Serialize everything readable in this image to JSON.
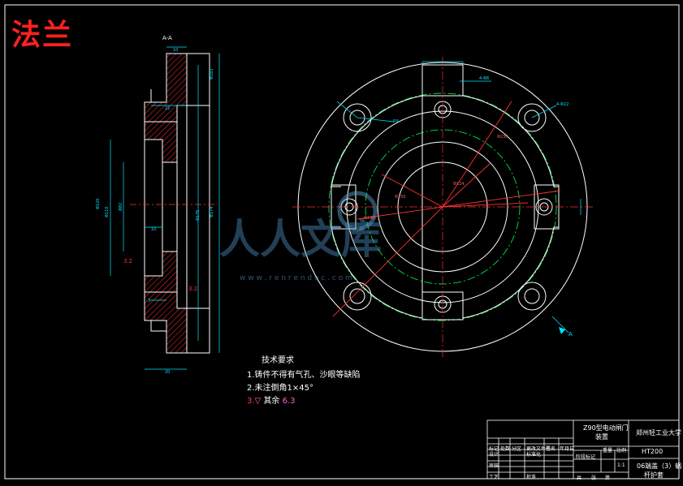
{
  "drawing": {
    "title": "法兰",
    "section_label": "A-A",
    "view_marker": "A"
  },
  "section_dims": {
    "top_width": "10",
    "inner_step": "22",
    "mid_step": "10",
    "bottom_small": "3",
    "total_width": "20",
    "bore_dia": "Φ82",
    "hub_dia": "Φ110",
    "outer_dia_left": "Φ120",
    "right_dim_1": "Φ183",
    "right_dim_2": "Φ174",
    "right_dim_3": "Φ175",
    "roughness_a": "3.2",
    "roughness_b": "3.2"
  },
  "front_dims": {
    "hole_small": "4-Φ8",
    "hole_large": "4-Φ22",
    "pcd_a": "Φ150",
    "pcd_b": "Φ124",
    "pcd_c": "Φ190",
    "pcd_d": "Φ230",
    "r_label": "R9"
  },
  "tech_notes": {
    "heading": "技术要求",
    "line1": "1.铸件不得有气孔、沙眼等缺陷",
    "line2": "2.未注倒角1×45°",
    "line3_a": "3.",
    "line3_b": "其余",
    "roughness": "6.3"
  },
  "watermark": {
    "text": "人人文库",
    "url": "w w w . r e n r e n d o c . c o m"
  },
  "title_block": {
    "project": "Z90型电动闸门",
    "assembly": "装置",
    "school": "郑州轻工业大学",
    "material": "HT200",
    "part_name": "06端盖（3）蜗",
    "part_name2": "杆护套",
    "scale": "1:1",
    "label_weight": "重量",
    "label_scale": "比例",
    "label_stage": "阶段标记",
    "label_total": "共",
    "label_sheet": "张",
    "label_page": "第",
    "label_designer": "设计",
    "label_review": "审核",
    "label_process": "工艺",
    "label_std": "标准化",
    "label_approve": "批准",
    "label_mark": "标记",
    "label_count": "处数",
    "label_zone": "分区",
    "label_doc": "更改文件号",
    "label_sign": "签名",
    "label_date": "年月日"
  }
}
